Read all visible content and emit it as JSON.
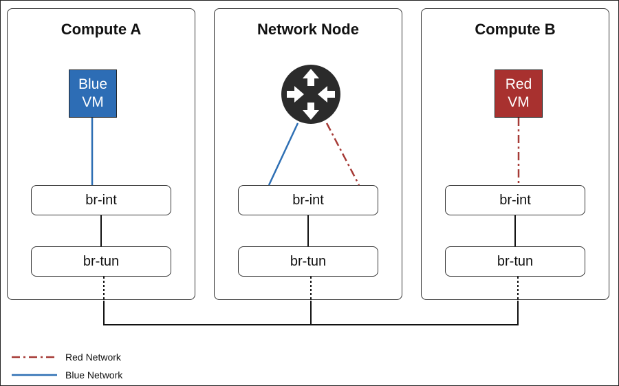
{
  "nodes": {
    "compute_a": {
      "title": "Compute A",
      "vm_line1": "Blue",
      "vm_line2": "VM",
      "br_int": "br-int",
      "br_tun": "br-tun"
    },
    "network_node": {
      "title": "Network Node",
      "router_icon": "router-icon",
      "br_int": "br-int",
      "br_tun": "br-tun"
    },
    "compute_b": {
      "title": "Compute B",
      "vm_line1": "Red",
      "vm_line2": "VM",
      "br_int": "br-int",
      "br_tun": "br-tun"
    }
  },
  "legend": {
    "red": "Red Network",
    "blue": "Blue Network"
  },
  "colors": {
    "blue_network": "#2e6fb4",
    "red_network": "#a63a36",
    "blue_vm_fill": "#2d6db5",
    "red_vm_fill": "#a8312f",
    "router_fill": "#2b2b2b"
  }
}
